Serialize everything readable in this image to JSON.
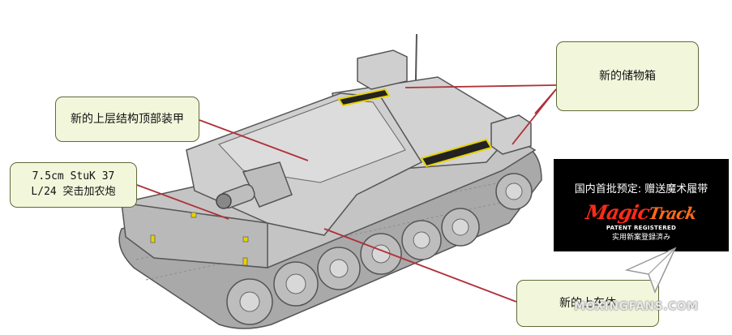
{
  "callouts": {
    "storage_box": "新的储物箱",
    "roof_armor": "新的上层结构顶部装甲",
    "gun_line1": "7.5cm StuK 37",
    "gun_line2": "L/24 突击加农炮",
    "upper_hull": "新的上车体"
  },
  "promo": {
    "title": "国内首批预定: 赠送魔术履带",
    "logo_main": "Magic",
    "logo_sub": "Track",
    "patent": "PATENT REGISTERED",
    "patent_jp": "实用新案登録済み"
  },
  "watermark": "MOXINGFANS.COM",
  "colors": {
    "callout_fill": "#f2f7dc",
    "callout_border": "#5d6b3a",
    "leader_line": "#b0303a",
    "model_gray": "#c8c8c8",
    "promo_bg": "#000000",
    "logo_red": "#ff2a1a"
  },
  "icons": {
    "watermark_logo": "paper-plane-icon"
  }
}
